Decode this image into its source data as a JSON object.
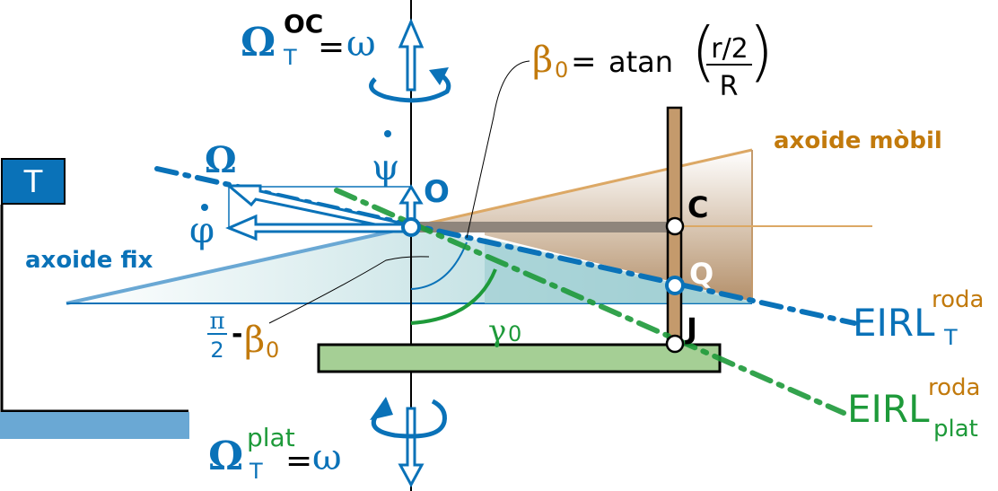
{
  "colors": {
    "blue": "#0a72b8",
    "light_blue": "#6aa8d4",
    "orange": "#c27a0c",
    "green": "#1e9a3a",
    "plate_green": "#a5cf95",
    "wheel_brown": "#c49a6c",
    "axle_gray": "#8f857c"
  },
  "frame": {
    "label": "T"
  },
  "top_axis": {
    "omega_symbol": "Ω",
    "subscript": "T",
    "superscript": "OC",
    "equals": "=",
    "value": "ω"
  },
  "bottom_axis": {
    "omega_symbol": "Ω",
    "subscript": "T",
    "superscript": "plat",
    "equals": "=",
    "value": "ω"
  },
  "beta_formula": {
    "beta": "β",
    "beta_sub": "0",
    "equals": "=",
    "func": "atan",
    "numerator": "r/2",
    "denominator": "R"
  },
  "vectors": {
    "omega": "Ω",
    "psi_dot": "ψ",
    "phi_dot": "φ"
  },
  "points": {
    "O": "O",
    "C": "C",
    "Q": "Q",
    "J": "J"
  },
  "axodes": {
    "fixed": "axoide fix",
    "mobile": "axoide mòbil"
  },
  "angles": {
    "pi_num": "π",
    "pi_den": "2",
    "minus": "-",
    "beta": "β",
    "beta_sub": "0",
    "gamma": "γ",
    "gamma_sub": "0"
  },
  "eirl_T": {
    "main": "EIRL",
    "superscript": "roda",
    "subscript": "T"
  },
  "eirl_plat": {
    "main": "EIRL",
    "superscript": "roda",
    "subscript": "plat"
  }
}
